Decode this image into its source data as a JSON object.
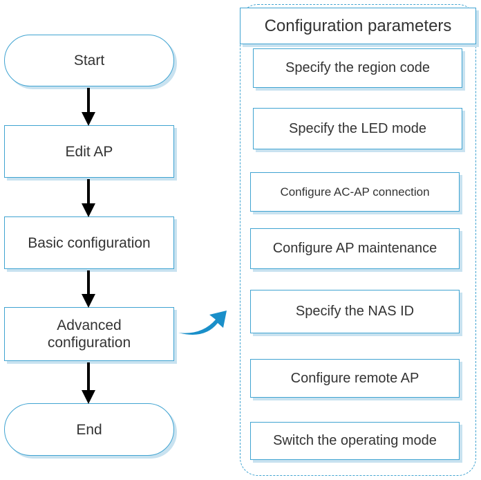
{
  "flow": {
    "start": "Start",
    "edit_ap": "Edit AP",
    "basic": "Basic configuration",
    "advanced_line1": "Advanced",
    "advanced_line2": "configuration",
    "end": "End"
  },
  "parameters": {
    "title": "Configuration parameters",
    "items": [
      "Specify the region code",
      "Specify the LED mode",
      "Configure AC-AP connection",
      "Configure AP maintenance",
      "Specify the NAS ID",
      "Configure remote AP",
      "Switch the operating mode"
    ]
  },
  "colors": {
    "box_border": "#3fa3d1",
    "shadow": "#c8e2f0",
    "callout_arrow": "#1a8fc9",
    "flow_arrow": "#000000"
  }
}
